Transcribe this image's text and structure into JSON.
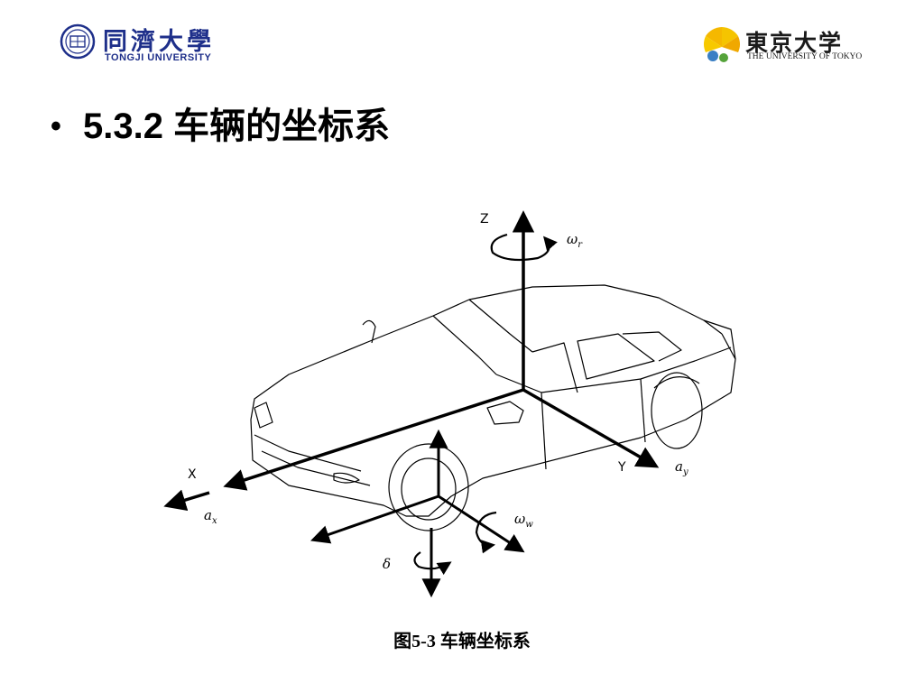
{
  "header": {
    "left_logo": {
      "cn_name": "同濟大學",
      "en_name": "TONGJI UNIVERSITY",
      "brand_color": "#1e2f8a"
    },
    "right_logo": {
      "cn_name": "東京大学",
      "en_name": "THE UNIVERSITY OF TOKYO",
      "brand_color": "#f5b800"
    }
  },
  "slide": {
    "bullet": "•",
    "title": "5.3.2 车辆的坐标系"
  },
  "figure": {
    "labels": {
      "z": "Z",
      "x": "X",
      "y": "Y",
      "omega_r": "ω",
      "omega_r_sub": "r",
      "omega_w": "ω",
      "omega_w_sub": "w",
      "a_x": "a",
      "a_x_sub": "x",
      "a_y": "a",
      "a_y_sub": "y",
      "delta": "δ"
    },
    "caption": "图5-3 车辆坐标系"
  }
}
